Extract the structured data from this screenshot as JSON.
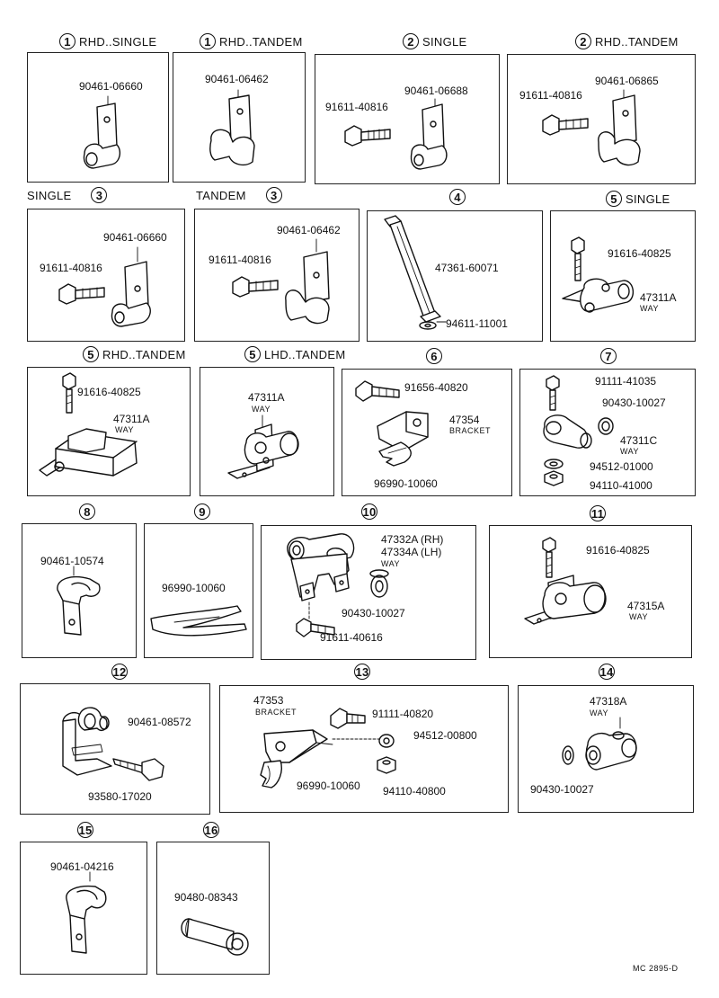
{
  "sections": [
    {
      "num": "1",
      "tag": "RHD..SINGLE",
      "parts": [
        "90461-06660"
      ]
    },
    {
      "num": "1",
      "tag": "RHD..TANDEM",
      "parts": [
        "90461-06462"
      ]
    },
    {
      "num": "2",
      "tag": "SINGLE",
      "parts": [
        "91611-40816",
        "90461-06688"
      ]
    },
    {
      "num": "2",
      "tag": "RHD..TANDEM",
      "parts": [
        "91611-40816",
        "90461-06865"
      ]
    },
    {
      "num": "3",
      "tag": "SINGLE",
      "parts": [
        "90461-06660",
        "91611-40816"
      ]
    },
    {
      "num": "3",
      "tag": "TANDEM",
      "parts": [
        "90461-06462",
        "91611-40816"
      ]
    },
    {
      "num": "4",
      "tag": "",
      "parts": [
        "47361-60071",
        "94611-11001"
      ]
    },
    {
      "num": "5",
      "tag": "SINGLE",
      "parts": [
        "91616-40825",
        "47311A",
        "WAY"
      ]
    },
    {
      "num": "5",
      "tag": "RHD..TANDEM",
      "parts": [
        "91616-40825",
        "47311A",
        "WAY"
      ]
    },
    {
      "num": "5",
      "tag": "LHD..TANDEM",
      "parts": [
        "47311A",
        "WAY"
      ]
    },
    {
      "num": "6",
      "tag": "",
      "parts": [
        "91656-40820",
        "47354",
        "BRACKET",
        "96990-10060"
      ]
    },
    {
      "num": "7",
      "tag": "",
      "parts": [
        "91111-41035",
        "90430-10027",
        "47311C",
        "WAY",
        "94512-01000",
        "94110-41000"
      ]
    },
    {
      "num": "8",
      "tag": "",
      "parts": [
        "90461-10574"
      ]
    },
    {
      "num": "9",
      "tag": "",
      "parts": [
        "96990-10060"
      ]
    },
    {
      "num": "10",
      "tag": "",
      "parts": [
        "47332A (RH)",
        "47334A (LH)",
        "WAY",
        "90430-10027",
        "91611-40616"
      ]
    },
    {
      "num": "11",
      "tag": "",
      "parts": [
        "91616-40825",
        "47315A",
        "WAY"
      ]
    },
    {
      "num": "12",
      "tag": "",
      "parts": [
        "90461-08572",
        "93580-17020"
      ]
    },
    {
      "num": "13",
      "tag": "",
      "parts": [
        "47353",
        "BRACKET",
        "91111-40820",
        "94512-00800",
        "96990-10060",
        "94110-40800"
      ]
    },
    {
      "num": "14",
      "tag": "",
      "parts": [
        "47318A",
        "WAY",
        "90430-10027"
      ]
    },
    {
      "num": "15",
      "tag": "",
      "parts": [
        "90461-04216"
      ]
    },
    {
      "num": "16",
      "tag": "",
      "parts": [
        "90480-08343"
      ]
    }
  ],
  "footer": "MC 2895-D"
}
